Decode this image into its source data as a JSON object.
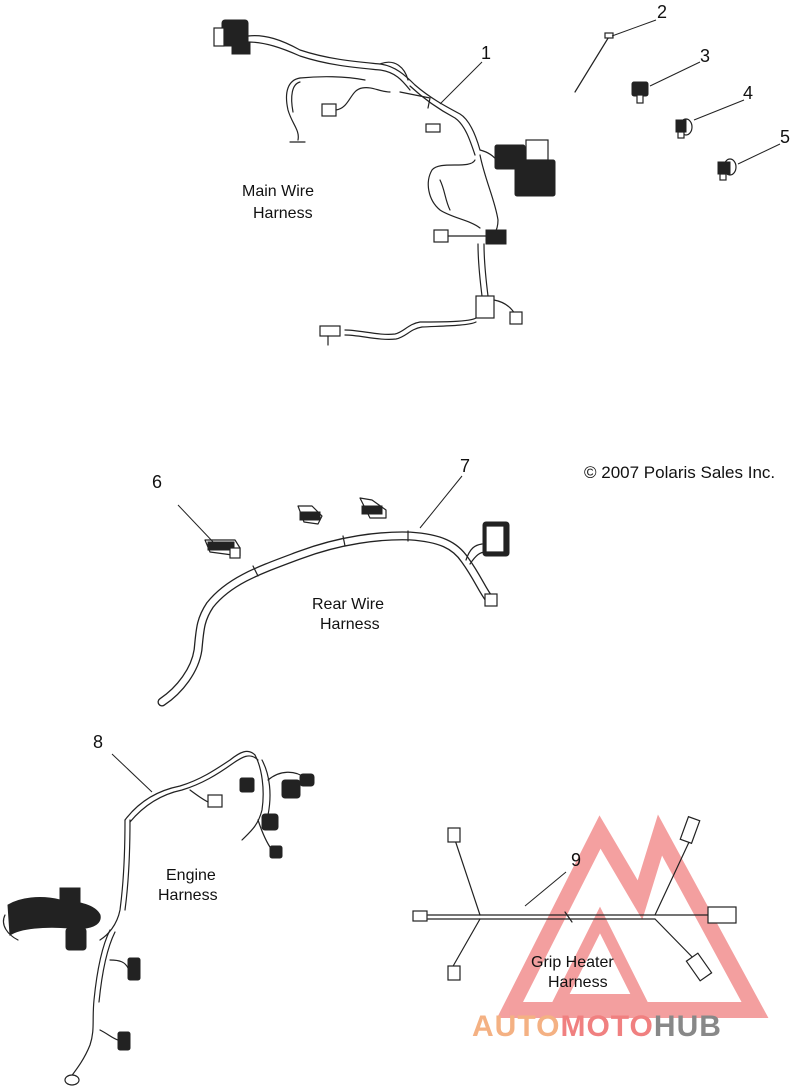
{
  "copyright": "© 2007 Polaris Sales Inc.",
  "labels": {
    "main": [
      "Main Wire",
      "Harness"
    ],
    "rear": [
      "Rear Wire",
      "Harness"
    ],
    "engine": [
      "Engine",
      "Harness"
    ],
    "grip": [
      "Grip Heater",
      "Harness"
    ]
  },
  "callouts": [
    "1",
    "2",
    "3",
    "4",
    "5",
    "6",
    "7",
    "8",
    "9"
  ],
  "watermark": {
    "part1": "AUTO",
    "part2": "MOTO",
    "part3": "HUB",
    "colors": {
      "auto": "#f4b183",
      "moto": "#f08080",
      "hub": "#888888",
      "logo": "#f08080"
    }
  }
}
